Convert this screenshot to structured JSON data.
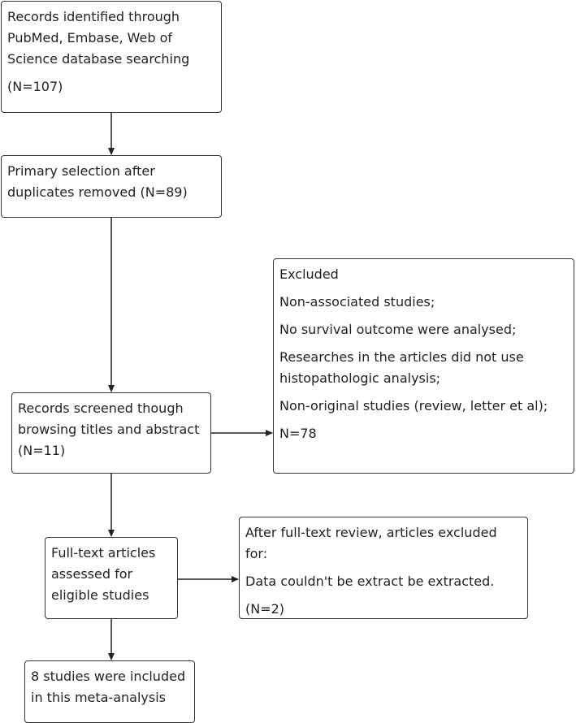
{
  "boxes": {
    "identified": {
      "lines": [
        "Records identified through PubMed, Embase, Web of Science database searching"
      ],
      "count": "(N=107)"
    },
    "primary": {
      "lines": [
        "Primary selection after duplicates removed (N=89)"
      ]
    },
    "screened": {
      "lines": [
        "Records screened though browsing titles and abstract"
      ],
      "count": "(N=11)"
    },
    "excluded": {
      "title": "Excluded",
      "items": [
        "Non-associated studies;",
        "No survival outcome were analysed;",
        "Researches in the articles did not use histopathologic analysis;",
        "Non-original studies (review, letter et al);",
        "N=78"
      ]
    },
    "fulltext": {
      "lines": [
        "Full-text articles assessed for eligible studies"
      ]
    },
    "fulltext_excluded": {
      "title": "After full-text review, articles excluded for:",
      "items": [
        "Data couldn't be extract be extracted."
      ],
      "count": "(N=2)"
    },
    "included": {
      "lines": [
        "8 studies were included in this meta-analysis"
      ]
    }
  }
}
